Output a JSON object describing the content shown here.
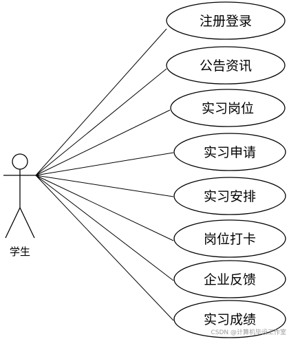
{
  "actor": {
    "name": "学生"
  },
  "use_cases": [
    {
      "label": "注册登录"
    },
    {
      "label": "公告资讯"
    },
    {
      "label": "实习岗位"
    },
    {
      "label": "实习申请"
    },
    {
      "label": "实习安排"
    },
    {
      "label": "岗位打卡"
    },
    {
      "label": "企业反馈"
    },
    {
      "label": "实习成绩"
    }
  ],
  "watermark": "CSDN @计算机毕设工作室"
}
